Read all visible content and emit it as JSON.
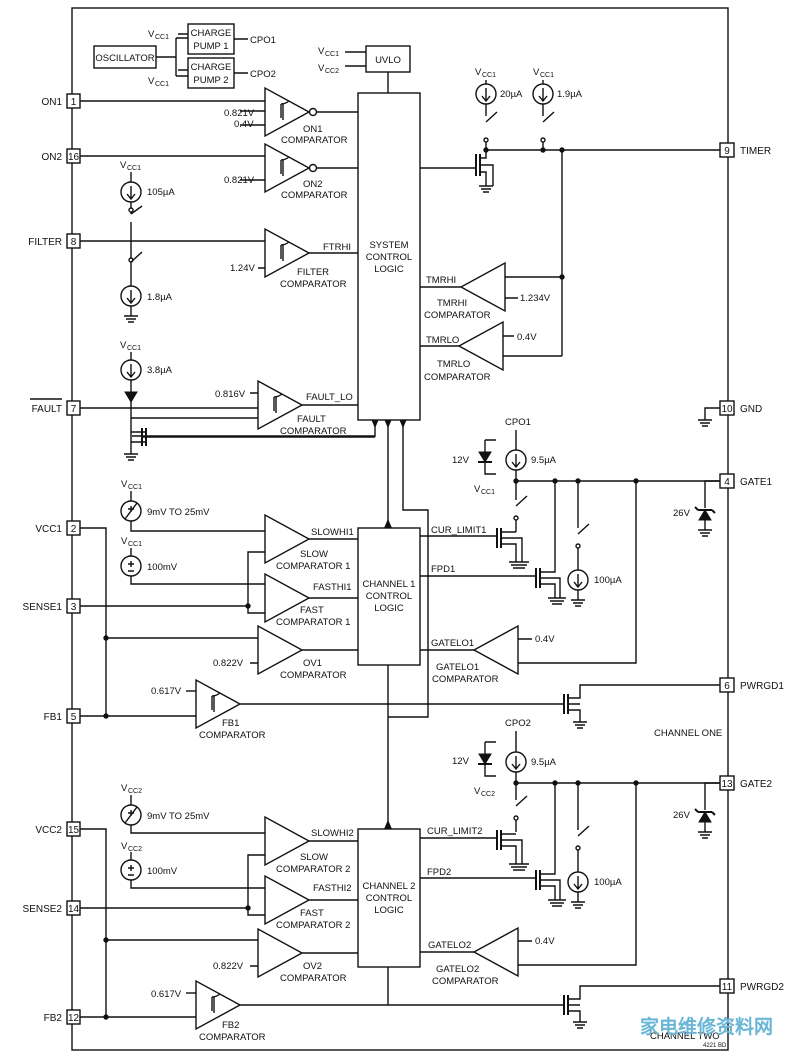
{
  "blocks": {
    "oscillator": "OSCILLATOR",
    "cp1": [
      "CHARGE",
      "PUMP 1"
    ],
    "cp2": [
      "CHARGE",
      "PUMP 2"
    ],
    "uvlo": "UVLO",
    "system": [
      "SYSTEM",
      "CONTROL",
      "LOGIC"
    ],
    "ch1": [
      "CHANNEL 1",
      "CONTROL",
      "LOGIC"
    ],
    "ch2": [
      "CHANNEL 2",
      "CONTROL",
      "LOGIC"
    ]
  },
  "pins_left": [
    {
      "num": "1",
      "name": "ON1"
    },
    {
      "num": "16",
      "name": "ON2"
    },
    {
      "num": "8",
      "name": "FILTER"
    },
    {
      "num": "7",
      "name": "FAULT"
    },
    {
      "num": "2",
      "name": "VCC1"
    },
    {
      "num": "3",
      "name": "SENSE1"
    },
    {
      "num": "5",
      "name": "FB1"
    },
    {
      "num": "15",
      "name": "VCC2"
    },
    {
      "num": "14",
      "name": "SENSE2"
    },
    {
      "num": "12",
      "name": "FB2"
    }
  ],
  "pins_right": [
    {
      "num": "9",
      "name": "TIMER"
    },
    {
      "num": "10",
      "name": "GND"
    },
    {
      "num": "4",
      "name": "GATE1"
    },
    {
      "num": "6",
      "name": "PWRGD1"
    },
    {
      "num": "13",
      "name": "GATE2"
    },
    {
      "num": "11",
      "name": "PWRGD2"
    }
  ],
  "comparators": [
    {
      "name": [
        "ON1",
        "COMPARATOR"
      ],
      "ref": "0.821V",
      "ref2": "0.4V"
    },
    {
      "name": [
        "ON2",
        "COMPARATOR"
      ],
      "ref": "0.821V"
    },
    {
      "name": [
        "FILTER",
        "COMPARATOR"
      ],
      "ref": "1.24V",
      "out": "FTRHI"
    },
    {
      "name": [
        "FAULT",
        "COMPARATOR"
      ],
      "ref": "0.816V",
      "out": "FAULT_LO"
    },
    {
      "name": [
        "TMRHI",
        "COMPARATOR"
      ],
      "ref": "1.234V",
      "out": "TMRHI"
    },
    {
      "name": [
        "TMRLO",
        "COMPARATOR"
      ],
      "ref": "0.4V",
      "out": "TMRLO"
    },
    {
      "name": [
        "SLOW",
        "COMPARATOR 1"
      ],
      "out": "SLOWHI1"
    },
    {
      "name": [
        "FAST",
        "COMPARATOR 1"
      ],
      "out": "FASTHI1"
    },
    {
      "name": [
        "OV1",
        "COMPARATOR"
      ],
      "ref": "0.822V"
    },
    {
      "name": [
        "FB1",
        "COMPARATOR"
      ],
      "ref": "0.617V"
    },
    {
      "name": [
        "GATELO1",
        "COMPARATOR"
      ],
      "ref": "0.4V",
      "out": "GATELO1"
    },
    {
      "name": [
        "SLOW",
        "COMPARATOR 2"
      ],
      "out": "SLOWHI2"
    },
    {
      "name": [
        "FAST",
        "COMPARATOR 2"
      ],
      "out": "FASTHI2"
    },
    {
      "name": [
        "OV2",
        "COMPARATOR"
      ],
      "ref": "0.822V"
    },
    {
      "name": [
        "FB2",
        "COMPARATOR"
      ],
      "ref": "0.617V"
    },
    {
      "name": [
        "GATELO2",
        "COMPARATOR"
      ],
      "ref": "0.4V",
      "out": "GATELO2"
    }
  ],
  "sources": {
    "timer_up": "20µA",
    "timer_dn": "1.9µA",
    "filter_up": "105µA",
    "filter_dn": "1.8µA",
    "fault": "3.8µA",
    "vsrc1": "9mV TO 25mV",
    "vref1": "100mV",
    "vsrc2": "9mV TO 25mV",
    "vref2": "100mV",
    "cp1_i": "9.5µA",
    "cp2_i": "9.5µA",
    "pd1": "100µA",
    "pd2": "100µA"
  },
  "signals": {
    "cur1": "CUR_LIMIT1",
    "fpd1": "FPD1",
    "cur2": "CUR_LIMIT2",
    "fpd2": "FPD2",
    "cpo1": "CPO1",
    "cpo2": "CPO2"
  },
  "zeners": {
    "z12a": "12V",
    "z12b": "12V",
    "z26a": "26V",
    "z26b": "26V"
  },
  "supply": {
    "vcc": "V",
    "cc1": "CC1",
    "cc2": "CC2"
  },
  "section_labels": {
    "one": "CHANNEL ONE",
    "two": "CHANNEL TWO"
  },
  "figure_id": "4221 BD",
  "watermark": "家电维修资料网"
}
